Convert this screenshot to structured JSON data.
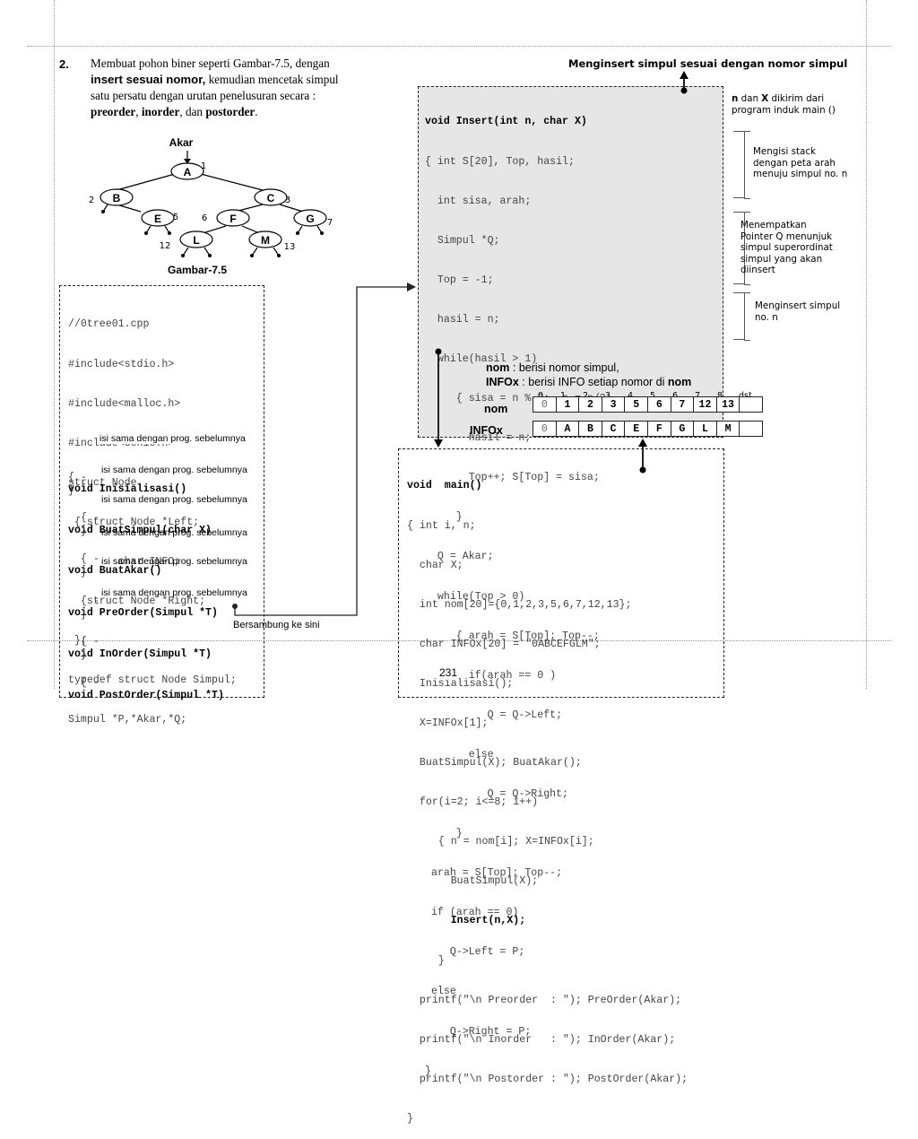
{
  "problem": {
    "number": "2.",
    "p1": "Membuat pohon biner seperti Gambar-7.5, dengan",
    "p2_bold": "insert sesuai nomor,",
    "p2_rest": " kemudian mencetak simpul",
    "p3": "satu persatu dengan urutan penelusuran secara :",
    "p4_pre": "preorder",
    "p4_sep1": ", ",
    "p4_in": "inorder",
    "p4_sep2": ", dan ",
    "p4_post": "postorder",
    "p4_end": "."
  },
  "tree": {
    "root_label": "Akar",
    "caption": "Gambar-7.5",
    "nodes": [
      {
        "id": "A",
        "num": "1"
      },
      {
        "id": "B",
        "num": "2"
      },
      {
        "id": "C",
        "num": "3"
      },
      {
        "id": "E",
        "num": "5"
      },
      {
        "id": "F",
        "num": "6"
      },
      {
        "id": "G",
        "num": "7"
      },
      {
        "id": "L",
        "num": "12"
      },
      {
        "id": "M",
        "num": "13"
      }
    ]
  },
  "header_note": "Menginsert simpul sesuai dengan nomor simpul",
  "insert_code": [
    "void Insert(int n, char X)",
    "{ int S[20], Top, hasil;",
    "  int sisa, arah;",
    "  Simpul *Q;",
    "  Top = -1;",
    "  hasil = n;",
    "  while(hasil > 1)",
    "     { sisa = n % 2;  n = n/2;",
    "       hasil = n;",
    "       Top++; S[Top] = sisa;",
    "     }",
    "  Q = Akar;",
    "  while(Top > 0)",
    "     { arah = S[Top]; Top--;",
    "       if(arah == 0 )",
    "          Q = Q->Left;",
    "       else",
    "          Q = Q->Right;",
    "     }",
    " arah = S[Top]; Top--;",
    " if (arah == 0)",
    "    Q->Left = P;",
    " else",
    "    Q->Right = P;",
    "}"
  ],
  "side_notes": {
    "n_note_bold_n": "n",
    "n_note_mid": " dan ",
    "n_note_bold_x": "X",
    "n_note_rest": " dikirim dari",
    "n_note_line2": "program induk main ()",
    "stack_note": [
      "Mengisi stack",
      "dengan peta arah",
      "menuju simpul no. n"
    ],
    "pointer_note": [
      "Menempatkan",
      "Pointer Q menunjuk",
      "simpul superordinat",
      "simpul yang akan",
      "diinsert"
    ],
    "insert_note": [
      "Menginsert simpul",
      "no. n"
    ]
  },
  "legend": {
    "nom_label": "nom",
    "nom_desc": ": berisi nomor simpul,",
    "infox_label": "INFOx",
    "infox_desc_pre": ": berisi INFO setiap nomor di ",
    "infox_desc_bold": "nom"
  },
  "arrays": {
    "indexes": [
      "0",
      "1",
      "2",
      "3",
      "4",
      "5",
      "6",
      "7",
      "8",
      "dst"
    ],
    "nom_label": "nom",
    "nom_values": [
      "0",
      "1",
      "2",
      "3",
      "5",
      "6",
      "7",
      "12",
      "13"
    ],
    "infox_label": "INFOx",
    "infox_values": [
      "0",
      "A",
      "B",
      "C",
      "E",
      "F",
      "G",
      "L",
      "M"
    ]
  },
  "left_code": [
    "//0tree01.cpp",
    "#include<stdio.h>",
    "#include<malloc.h>",
    "#include<conio.h>",
    "struct Node",
    " { struct Node *Left;",
    "        char INFO;",
    "   struct Node *Right;",
    " };",
    "typedef struct Node Simpul;",
    "Simpul *P,*Akar,*Q;"
  ],
  "left_funcs": [
    "void Inisialisasi()",
    "void BuatSimpul(char X)",
    "void BuatAkar()",
    "void PreOrder(Simpul *T)",
    "void InOrder(Simpul *T)",
    "void PostOrder(Simpul *T)"
  ],
  "same_note": "isi sama dengan prog. sebelumnya",
  "continued_note": "Bersambung ke sini",
  "main_code": [
    "void  main()",
    "{ int i, n;",
    "  char X;",
    "  int nom[20]={0,1,2,3,5,6,7,12,13};",
    "  char INFOx[20] = \"0ABCEFGLM\";",
    "  Inisialisasi();",
    "  X=INFOx[1];",
    "  BuatSimpul(X); BuatAkar();",
    "  for(i=2; i<=8; i++)",
    "     { n = nom[i]; X=INFOx[i];",
    "       BuatSimpul(X);",
    "       Insert(n,X);",
    "     }",
    "  printf(\"\\n Preorder  : \"); PreOrder(Akar);",
    "  printf(\"\\n Inorder   : \"); InOrder(Akar);",
    "  printf(\"\\n Postorder : \"); PostOrder(Akar);",
    "}"
  ],
  "page_number": "231"
}
